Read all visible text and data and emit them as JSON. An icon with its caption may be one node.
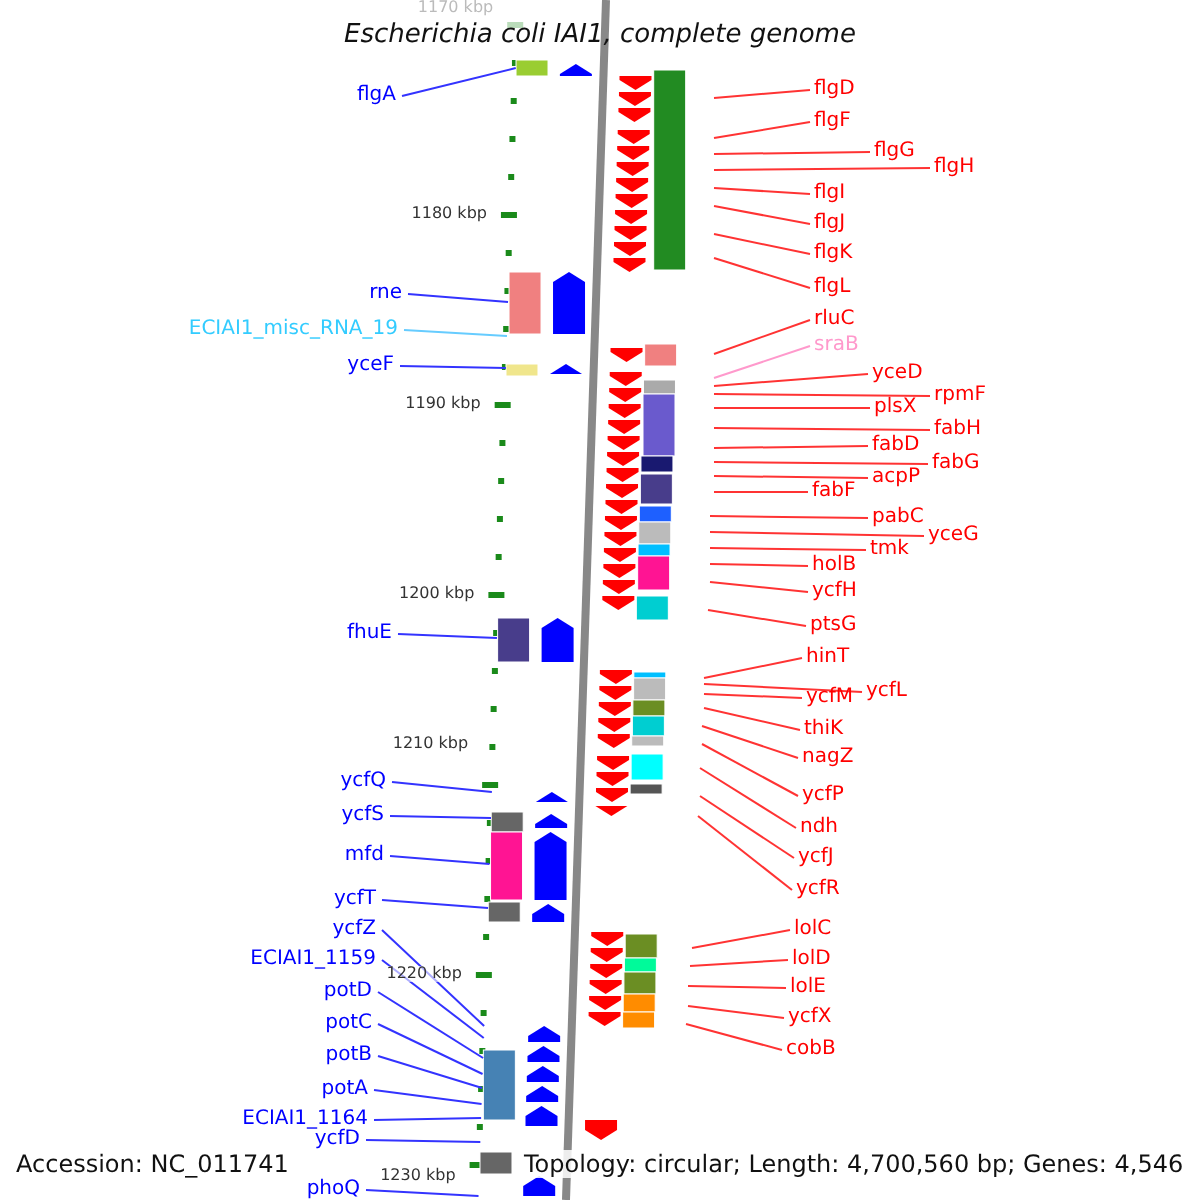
{
  "diagram": {
    "title": "Escherichia coli IAI1, complete genome",
    "nodes": [
      {
        "text": [
          "flgA"
        ]
      },
      {
        "text": [
          "rne"
        ]
      },
      {
        "text": [
          "ECIAI1_misc_RNA_19"
        ]
      },
      {
        "text": [
          "yceF"
        ]
      },
      {
        "text": [
          "fhuE"
        ]
      },
      {
        "text": [
          "ycfQ"
        ]
      },
      {
        "text": [
          "ycfS"
        ]
      },
      {
        "text": [
          "mfd"
        ]
      },
      {
        "text": [
          "ycfT"
        ]
      },
      {
        "text": [
          "ycfZ"
        ]
      },
      {
        "text": [
          "ECIAI1_1159"
        ]
      },
      {
        "text": [
          "potD"
        ]
      },
      {
        "text": [
          "potC"
        ]
      },
      {
        "text": [
          "potB"
        ]
      },
      {
        "text": [
          "potA"
        ]
      },
      {
        "text": [
          "ECIAI1_1164"
        ]
      },
      {
        "text": [
          "ycfD"
        ]
      },
      {
        "text": [
          "phoQ"
        ]
      },
      {
        "text": [
          "flgD"
        ]
      },
      {
        "text": [
          "flgF"
        ]
      },
      {
        "text": [
          "flgG"
        ]
      },
      {
        "text": [
          "flgH"
        ]
      },
      {
        "text": [
          "flgI"
        ]
      },
      {
        "text": [
          "flgJ"
        ]
      },
      {
        "text": [
          "flgK"
        ]
      },
      {
        "text": [
          "flgL"
        ]
      },
      {
        "text": [
          "rluC"
        ]
      },
      {
        "text": [
          "sraB"
        ]
      },
      {
        "text": [
          "yceD"
        ]
      },
      {
        "text": [
          "rpmF"
        ]
      },
      {
        "text": [
          "plsX"
        ]
      },
      {
        "text": [
          "fabH"
        ]
      },
      {
        "text": [
          "fabD"
        ]
      },
      {
        "text": [
          "fabG"
        ]
      },
      {
        "text": [
          "acpP"
        ]
      },
      {
        "text": [
          "fabF"
        ]
      },
      {
        "text": [
          "pabC"
        ]
      },
      {
        "text": [
          "yceG"
        ]
      },
      {
        "text": [
          "tmk"
        ]
      },
      {
        "text": [
          "holB"
        ]
      },
      {
        "text": [
          "ycfH"
        ]
      },
      {
        "text": [
          "ptsG"
        ]
      },
      {
        "text": [
          "hinT"
        ]
      },
      {
        "text": [
          "ycfL"
        ]
      },
      {
        "text": [
          "ycfM"
        ]
      },
      {
        "text": [
          "thiK"
        ]
      },
      {
        "text": [
          "nagZ"
        ]
      },
      {
        "text": [
          "ycfP"
        ]
      },
      {
        "text": [
          "ndh"
        ]
      },
      {
        "text": [
          "ycfJ"
        ]
      },
      {
        "text": [
          "ycfR"
        ]
      },
      {
        "text": [
          "lolC"
        ]
      },
      {
        "text": [
          "lolD"
        ]
      },
      {
        "text": [
          "lolE"
        ]
      },
      {
        "text": [
          "ycfX"
        ]
      },
      {
        "text": [
          "cobB"
        ]
      }
    ],
    "edges": [
      {
        "from": 0,
        "to": null,
        "arrow": "none",
        "color": "#3333ff"
      },
      {
        "from": 1,
        "to": null,
        "arrow": "none",
        "color": "#3333ff"
      },
      {
        "from": 2,
        "to": null,
        "arrow": "none",
        "color": "#66ccff"
      },
      {
        "from": 3,
        "to": null,
        "arrow": "none",
        "color": "#3333ff"
      },
      {
        "from": 4,
        "to": null,
        "arrow": "none",
        "color": "#3333ff"
      },
      {
        "from": 5,
        "to": null,
        "arrow": "none",
        "color": "#3333ff"
      },
      {
        "from": 6,
        "to": null,
        "arrow": "none",
        "color": "#3333ff"
      },
      {
        "from": 7,
        "to": null,
        "arrow": "none",
        "color": "#3333ff"
      },
      {
        "from": 8,
        "to": null,
        "arrow": "none",
        "color": "#3333ff"
      },
      {
        "from": 9,
        "to": null,
        "arrow": "none",
        "color": "#3333ff"
      },
      {
        "from": 10,
        "to": null,
        "arrow": "none",
        "color": "#3333ff"
      },
      {
        "from": 11,
        "to": null,
        "arrow": "none",
        "color": "#3333ff"
      },
      {
        "from": 12,
        "to": null,
        "arrow": "none",
        "color": "#3333ff"
      },
      {
        "from": 13,
        "to": null,
        "arrow": "none",
        "color": "#3333ff"
      },
      {
        "from": 14,
        "to": null,
        "arrow": "none",
        "color": "#3333ff"
      },
      {
        "from": 15,
        "to": null,
        "arrow": "none",
        "color": "#3333ff"
      },
      {
        "from": 16,
        "to": null,
        "arrow": "none",
        "color": "#3333ff"
      },
      {
        "from": 17,
        "to": null,
        "arrow": "none",
        "color": "#3333ff"
      },
      {
        "from": 18,
        "to": null,
        "arrow": "none"
      },
      {
        "from": 19,
        "to": null,
        "arrow": "none"
      },
      {
        "from": 20,
        "to": null,
        "arrow": "none"
      },
      {
        "from": 21,
        "to": null,
        "arrow": "none"
      },
      {
        "from": 22,
        "to": null,
        "arrow": "none"
      },
      {
        "from": 23,
        "to": null,
        "arrow": "none"
      },
      {
        "from": 24,
        "to": null,
        "arrow": "none"
      },
      {
        "from": 25,
        "to": null,
        "arrow": "none"
      },
      {
        "from": 26,
        "to": null,
        "arrow": "none"
      },
      {
        "from": 27,
        "to": null,
        "arrow": "none",
        "color": "#ff99cc"
      },
      {
        "from": 28,
        "to": null,
        "arrow": "none"
      },
      {
        "from": 29,
        "to": null,
        "arrow": "none"
      },
      {
        "from": 30,
        "to": null,
        "arrow": "none"
      },
      {
        "from": 31,
        "to": null,
        "arrow": "none"
      },
      {
        "from": 32,
        "to": null,
        "arrow": "none"
      },
      {
        "from": 33,
        "to": null,
        "arrow": "none"
      },
      {
        "from": 34,
        "to": null,
        "arrow": "none"
      },
      {
        "from": 35,
        "to": null,
        "arrow": "none"
      },
      {
        "from": 36,
        "to": null,
        "arrow": "none"
      },
      {
        "from": 37,
        "to": null,
        "arrow": "none"
      },
      {
        "from": 38,
        "to": null,
        "arrow": "none"
      },
      {
        "from": 39,
        "to": null,
        "arrow": "none"
      },
      {
        "from": 40,
        "to": null,
        "arrow": "none"
      },
      {
        "from": 41,
        "to": null,
        "arrow": "none"
      },
      {
        "from": 42,
        "to": null,
        "arrow": "none"
      },
      {
        "from": 43,
        "to": null,
        "arrow": "none"
      },
      {
        "from": 44,
        "to": null,
        "arrow": "none"
      },
      {
        "from": 45,
        "to": null,
        "arrow": "none"
      },
      {
        "from": 46,
        "to": null,
        "arrow": "none"
      },
      {
        "from": 47,
        "to": null,
        "arrow": "none"
      },
      {
        "from": 48,
        "to": null,
        "arrow": "none"
      },
      {
        "from": 49,
        "to": null,
        "arrow": "none"
      },
      {
        "from": 50,
        "to": null,
        "arrow": "none"
      },
      {
        "from": 51,
        "to": null,
        "arrow": "none"
      },
      {
        "from": 52,
        "to": null,
        "arrow": "none"
      },
      {
        "from": 53,
        "to": null,
        "arrow": "none"
      },
      {
        "from": 54,
        "to": null,
        "arrow": "none"
      },
      {
        "from": 55,
        "to": null,
        "arrow": "none"
      }
    ],
    "labels": [
      "1170 kbp",
      "1180 kbp",
      "1190 kbp",
      "1200 kbp",
      "1210 kbp",
      "1220 kbp",
      "1230 kbp",
      "Accession: NC_011741",
      "Topology: circular; Length: 4,700,560 bp; Genes: 4,546"
    ]
  }
}
